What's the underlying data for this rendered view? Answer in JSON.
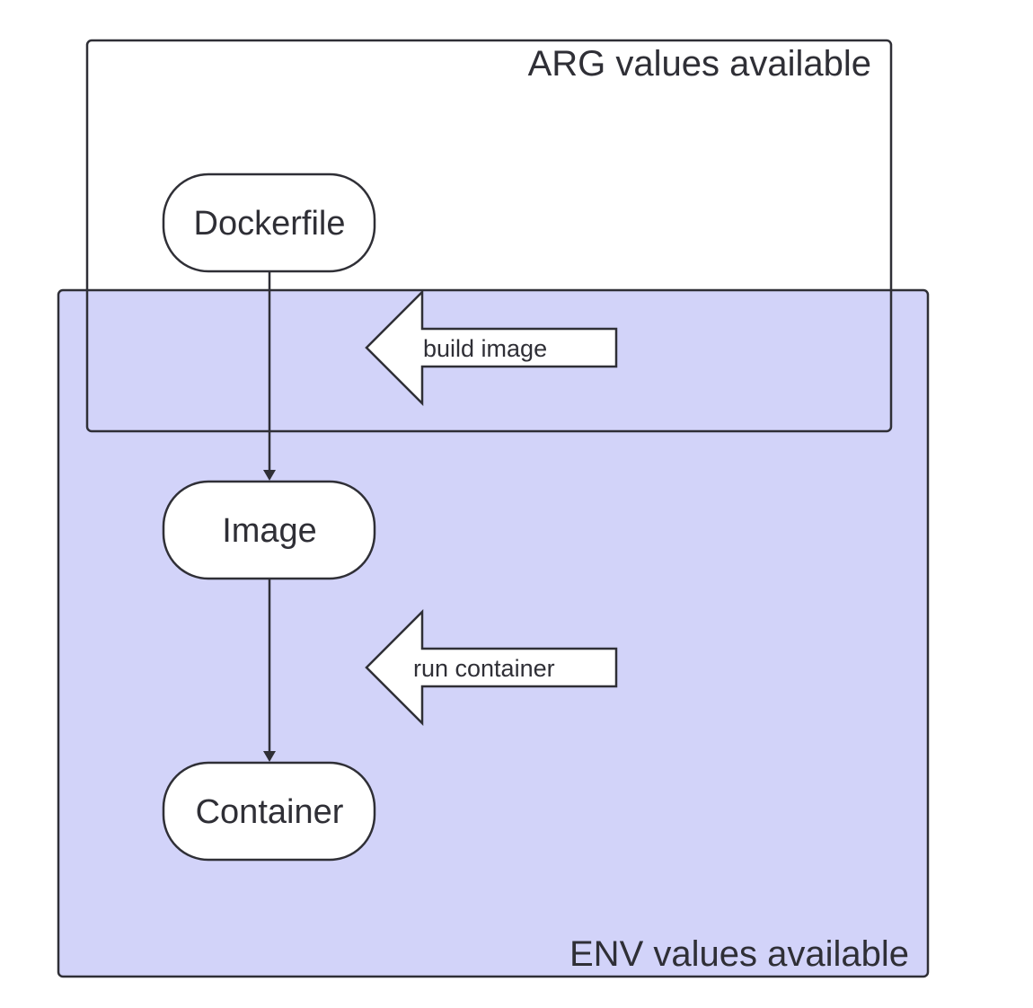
{
  "regions": {
    "arg": {
      "label": "ARG values available"
    },
    "env": {
      "label": "ENV values available",
      "fill_color": "#d2d3f9"
    }
  },
  "nodes": {
    "dockerfile": {
      "label": "Dockerfile"
    },
    "image": {
      "label": "Image"
    },
    "container": {
      "label": "Container"
    }
  },
  "step_arrows": {
    "build": {
      "label": "build image"
    },
    "run": {
      "label": "run container"
    }
  },
  "colors": {
    "stroke": "#2f2f36",
    "node_fill": "#ffffff",
    "env_fill": "#d2d3f9"
  }
}
